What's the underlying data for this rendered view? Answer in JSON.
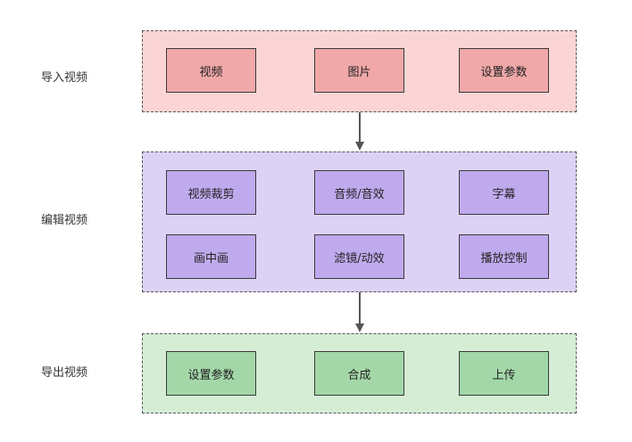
{
  "colors": {
    "import_group_bg": "#fbd5d5",
    "import_box_bg": "#f0a8a8",
    "edit_group_bg": "#dcd2f5",
    "edit_box_bg": "#c0aaee",
    "export_group_bg": "#d5edd5",
    "export_box_bg": "#a3d7a8",
    "arrow": "#555555"
  },
  "stages": {
    "import": {
      "label": "导入视频",
      "items": [
        "视频",
        "图片",
        "设置参数"
      ]
    },
    "edit": {
      "label": "编辑视频",
      "items": [
        "视频裁剪",
        "音频/音效",
        "字幕",
        "画中画",
        "滤镜/动效",
        "播放控制"
      ]
    },
    "export": {
      "label": "导出视频",
      "items": [
        "设置参数",
        "合成",
        "上传"
      ]
    }
  }
}
